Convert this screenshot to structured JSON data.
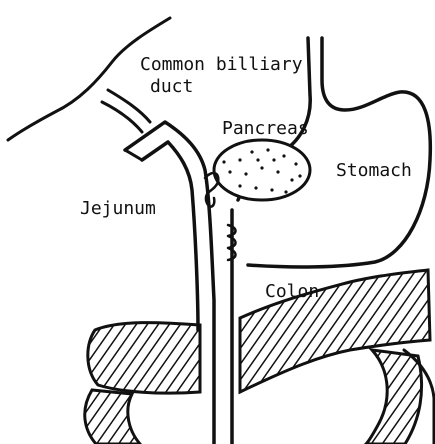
{
  "labels": {
    "duct_line1": "Common billiary",
    "duct_line2": "duct",
    "pancreas": "Pancreas",
    "stomach": "Stomach",
    "jejunum": "Jejunum",
    "colon": "Colon"
  },
  "colors": {
    "ink": "#111111",
    "background": "#ffffff"
  }
}
